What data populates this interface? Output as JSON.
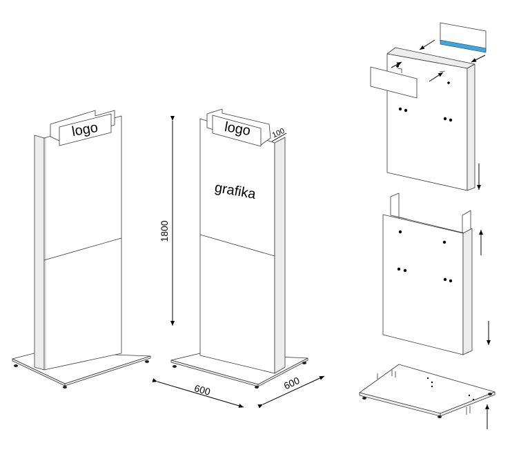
{
  "stand_left": {
    "logo_text": "logo"
  },
  "stand_middle": {
    "logo_text": "logo",
    "graphic_text": "grafika"
  },
  "dimensions": {
    "height": "1800",
    "width": "600",
    "depth": "600",
    "thickness": "100"
  },
  "colors": {
    "line": "#333333",
    "panel_face": "#ffffff",
    "panel_side": "#ededed",
    "accent_strip": "#3aa7e0"
  }
}
